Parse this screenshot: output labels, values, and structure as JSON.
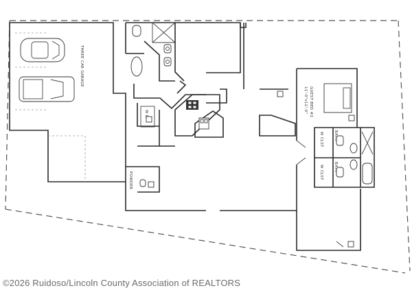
{
  "rooms": {
    "garage": "THREE CAR GARAGE",
    "guest_bed": "GUEST BED #2",
    "guest_bed_sub": "11'-0\"x12'-0\"",
    "powder": "POWDER",
    "wd": "W D",
    "closet_a": "W CLST",
    "closet_b": "W CLST",
    "bath_a": "BATH",
    "bath_b": "BATH"
  },
  "footer": {
    "copyright": "©2026 Ruidoso/Lincoln County Association of REALTORS"
  }
}
